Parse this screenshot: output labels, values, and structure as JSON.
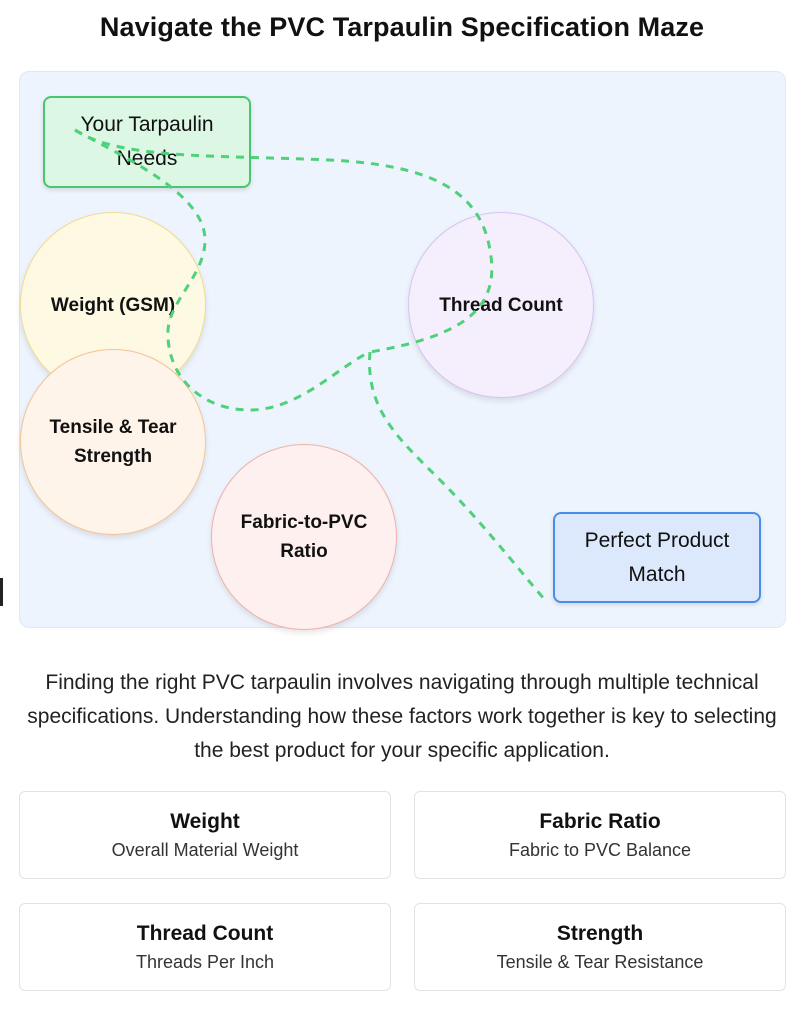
{
  "title": "Navigate the PVC Tarpaulin Specification Maze",
  "maze": {
    "start": "Your Tarpaulin Needs",
    "end": "Perfect Product Match",
    "nodes": {
      "weight": "Weight (GSM)",
      "thread": "Thread Count",
      "tensile": "Tensile & Tear Strength",
      "fabric": "Fabric-to-PVC Ratio"
    },
    "path_color": "#4ed17a"
  },
  "description": "Finding the right PVC tarpaulin involves navigating through multiple technical specifications. Understanding how these factors work together is key to selecting the best product for your specific application.",
  "cards": [
    {
      "title": "Weight",
      "subtitle": "Overall Material Weight"
    },
    {
      "title": "Fabric Ratio",
      "subtitle": "Fabric to PVC Balance"
    },
    {
      "title": "Thread Count",
      "subtitle": "Threads Per Inch"
    },
    {
      "title": "Strength",
      "subtitle": "Tensile & Tear Resistance"
    }
  ]
}
